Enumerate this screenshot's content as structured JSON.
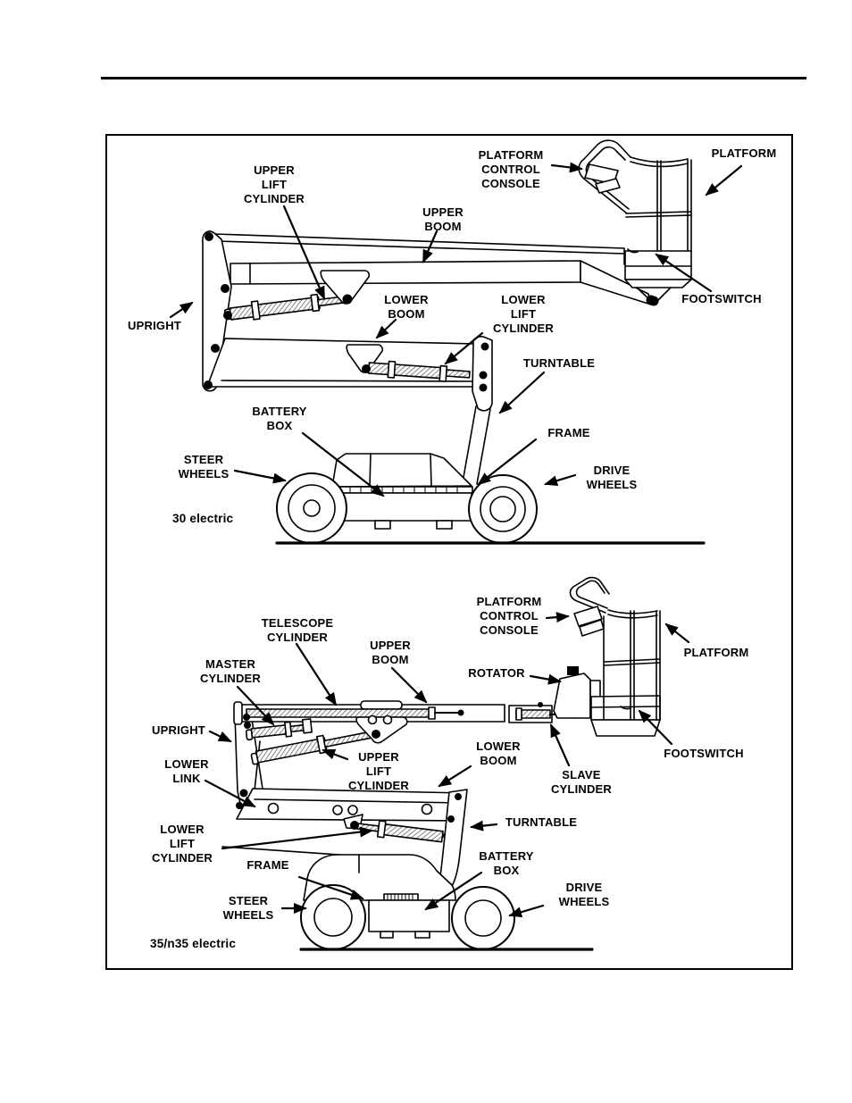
{
  "figure": {
    "diagram_30": {
      "caption": "30 electric",
      "labels": {
        "upper_lift_cylinder": "UPPER\nLIFT\nCYLINDER",
        "upper_boom": "UPPER\nBOOM",
        "platform_control_console": "PLATFORM\nCONTROL\nCONSOLE",
        "platform": "PLATFORM",
        "upright": "UPRIGHT",
        "lower_boom": "LOWER\nBOOM",
        "lower_lift_cylinder": "LOWER\nLIFT\nCYLINDER",
        "footswitch": "FOOTSWITCH",
        "turntable": "TURNTABLE",
        "battery_box": "BATTERY\nBOX",
        "frame": "FRAME",
        "steer_wheels": "STEER\nWHEELS",
        "drive_wheels": "DRIVE\nWHEELS"
      }
    },
    "diagram_35": {
      "caption": "35/n35 electric",
      "labels": {
        "telescope_cylinder": "TELESCOPE\nCYLINDER",
        "master_cylinder": "MASTER\nCYLINDER",
        "upper_boom": "UPPER\nBOOM",
        "rotator": "ROTATOR",
        "platform_control_console": "PLATFORM\nCONTROL\nCONSOLE",
        "platform": "PLATFORM",
        "upright": "UPRIGHT",
        "lower_link": "LOWER\nLINK",
        "upper_lift_cylinder": "UPPER\nLIFT\nCYLINDER",
        "lower_boom": "LOWER\nBOOM",
        "slave_cylinder": "SLAVE\nCYLINDER",
        "footswitch": "FOOTSWITCH",
        "turntable": "TURNTABLE",
        "lower_lift_cylinder": "LOWER\nLIFT\nCYLINDER",
        "frame": "FRAME",
        "steer_wheels": "STEER\nWHEELS",
        "battery_box": "BATTERY\nBOX",
        "drive_wheels": "DRIVE\nWHEELS"
      }
    }
  }
}
